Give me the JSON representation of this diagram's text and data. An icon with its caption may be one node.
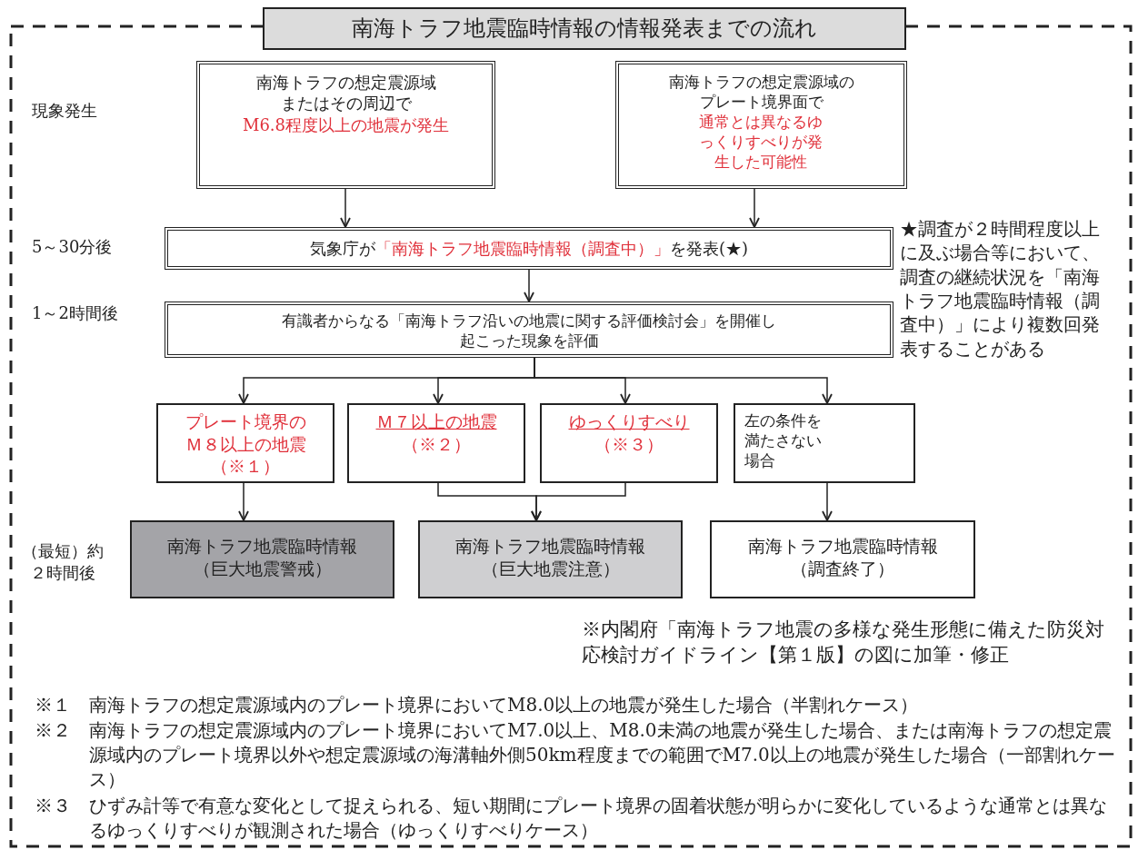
{
  "diagram": {
    "title": "南海トラフ地震臨時情報の情報発表までの流れ",
    "nodes": [
      {
        "text": [
          "南海トラフの想定震源域またはその周辺で",
          "M6.8程度以上の地震が発生"
        ]
      },
      {
        "text": [
          "南海トラフの想定震源域のプレート境界面で",
          "通常とは異なるゆっくりすべりが発生した可能性"
        ]
      },
      {
        "text": [
          "気象庁が",
          "「南海トラフ地震臨時情報（調査中）」",
          "を発表(★)"
        ]
      },
      {
        "text": [
          "有識者からなる「南海トラフ沿いの地震に関する評価検討会」を開催し起こった現象を評価"
        ]
      },
      {
        "text": [
          "プレート境界のＭ８以上の地震",
          "（※１）"
        ]
      },
      {
        "text": [
          "Ｍ７以上の地震",
          "（※２）"
        ]
      },
      {
        "text": [
          "ゆっくりすべり",
          "（※３）"
        ]
      },
      {
        "text": [
          "左の条件を満たさない場合"
        ]
      },
      {
        "text": [
          "南海トラフ地震臨時情報",
          "（巨大地震警戒）"
        ]
      },
      {
        "text": [
          "南海トラフ地震臨時情報",
          "（巨大地震注意）"
        ]
      },
      {
        "text": [
          "南海トラフ地震臨時情報",
          "（調査終了）"
        ]
      }
    ],
    "edges": [
      {
        "from": 0,
        "to": 2,
        "arrow": "to"
      },
      {
        "from": 1,
        "to": 2,
        "arrow": "to"
      },
      {
        "from": 2,
        "to": 3,
        "arrow": "to"
      },
      {
        "from": 3,
        "to": 4,
        "arrow": "to"
      },
      {
        "from": 3,
        "to": 5,
        "arrow": "to"
      },
      {
        "from": 3,
        "to": 6,
        "arrow": "to"
      },
      {
        "from": 3,
        "to": 7,
        "arrow": "to"
      },
      {
        "from": 4,
        "to": 8,
        "arrow": "to"
      },
      {
        "from": 5,
        "to": 9,
        "arrow": "to"
      },
      {
        "from": 6,
        "to": 9,
        "arrow": "to"
      },
      {
        "from": 7,
        "to": 10,
        "arrow": "to"
      }
    ],
    "labels": [
      "現象発生",
      "5～30分後",
      "★調査が２時間程度以上に及ぶ場合等において、調査の継続状況を「南海トラフ地震臨時情報（調査中）」により複数回発表することがある",
      "1～2時間後",
      "（最短）約２時間後",
      "※内閣府「南海トラフ地震の多様な発生形態に備えた防災対応検討ガイドライン【第１版】の図に加筆・修正",
      "※１　南海トラフの想定震源域内のプレート境界においてM8.0以上の地震が発生した場合（半割れケース）",
      "※２　南海トラフの想定震源域内のプレート境界においてM7.0以上、M8.0未満の地震が発生した場合、または南海トラフの想定震源域内のプレート境界以外や想定震源域の海溝軸外側50km程度までの範囲でM7.0以上の地震が発生した場合（一部割れケース）",
      "※３　ひずみ計等で有意な変化として捉えられる、短い期間にプレート境界の固着状態が明らかに変化しているような通常とは異なるゆっくりすべりが観測された場合（ゆっくりすべりケース）"
    ]
  }
}
